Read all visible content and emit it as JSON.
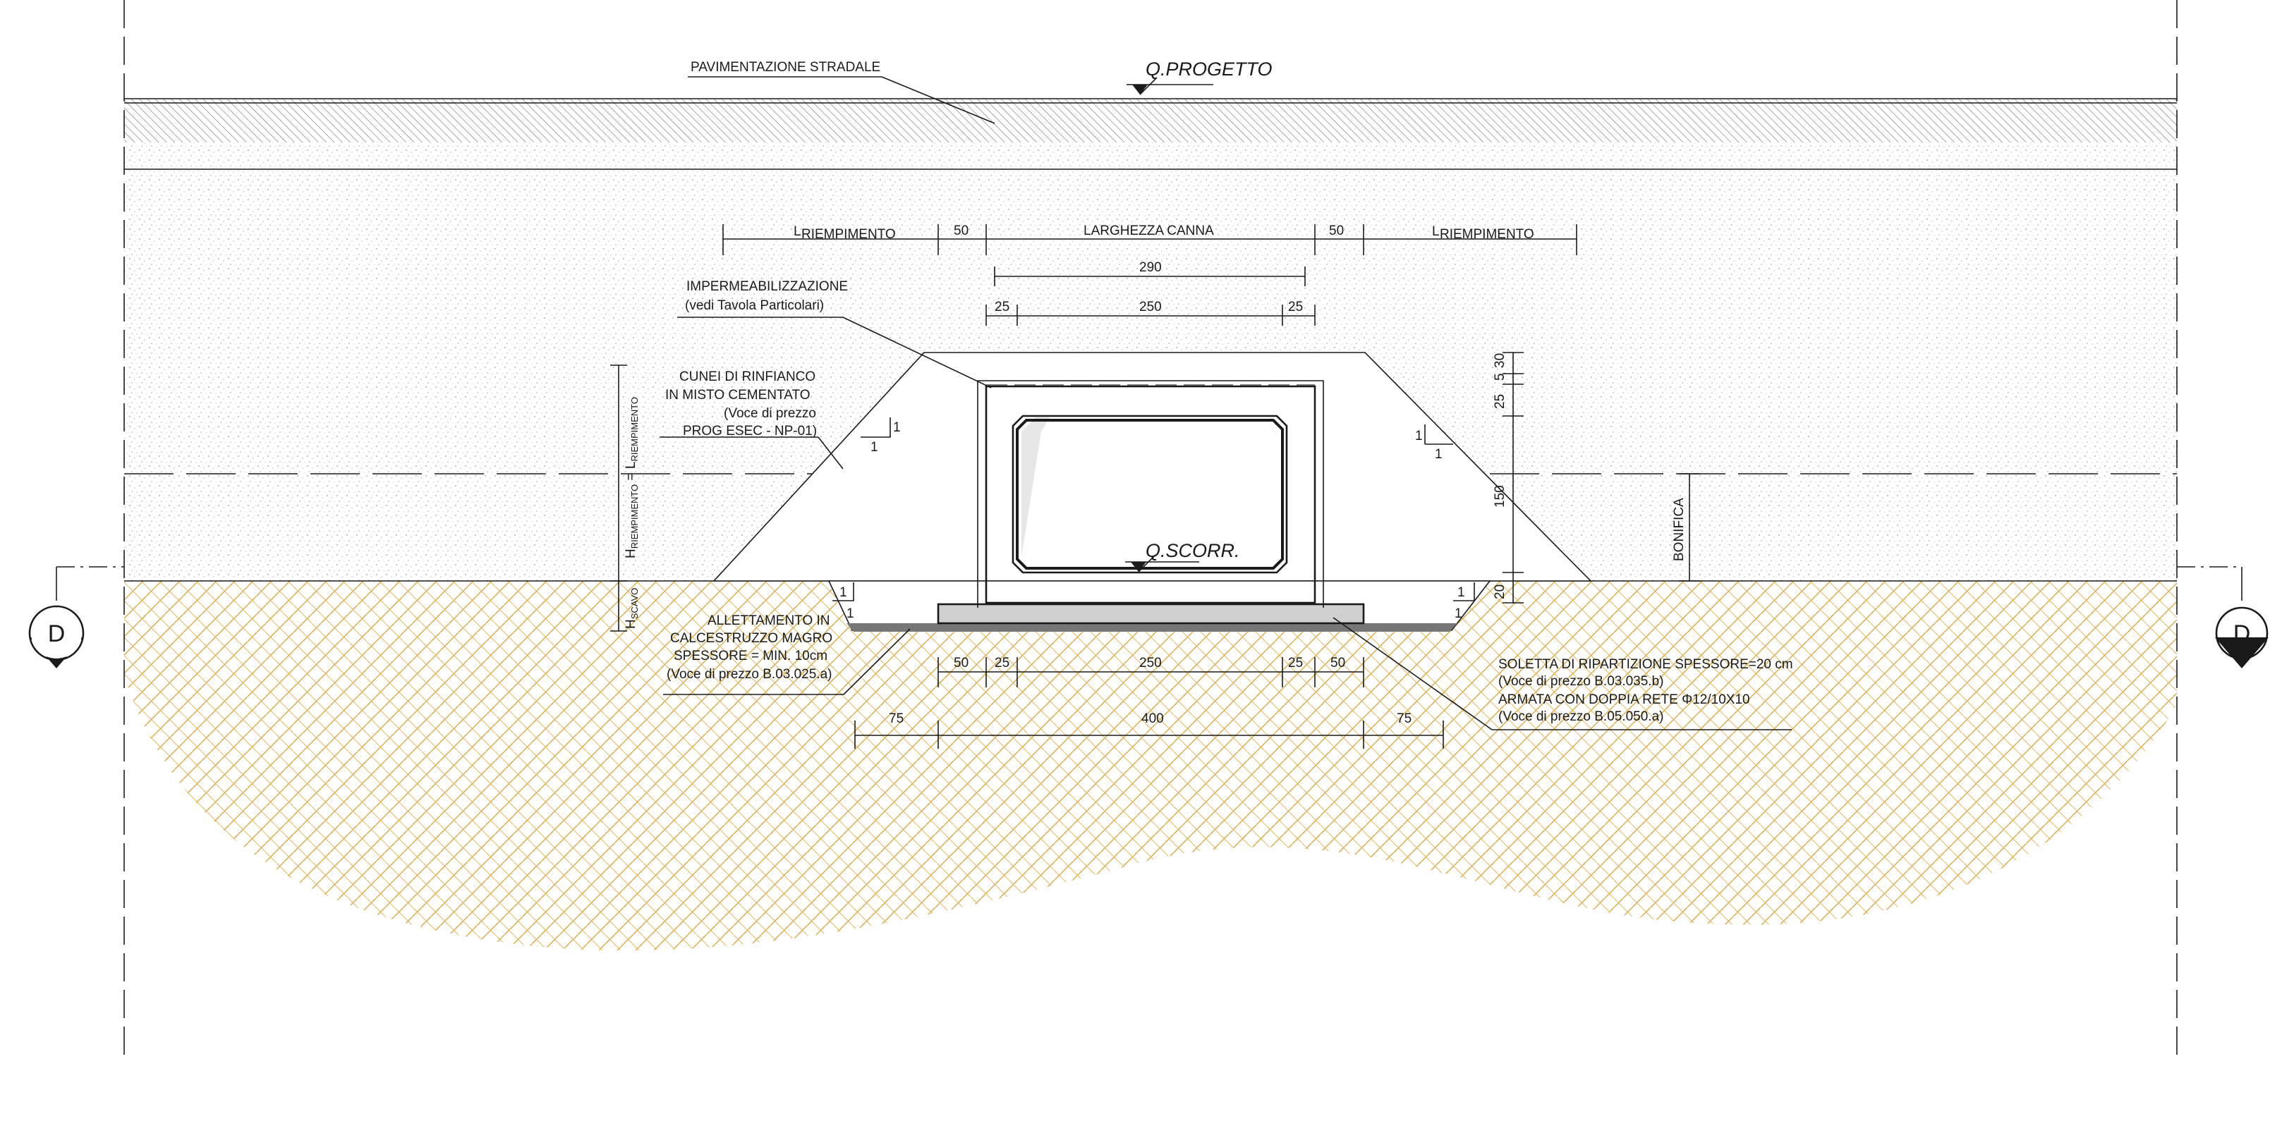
{
  "labels": {
    "pavimentazione": "PAVIMENTAZIONE STRADALE",
    "q_progetto": "Q.PROGETTO",
    "q_scorr": "Q.SCORR.",
    "impermeabilizzazione_1": "IMPERMEABILIZZAZIONE",
    "impermeabilizzazione_2": "(vedi Tavola Particolari)",
    "cunei_1": "CUNEI DI RINFIANCO",
    "cunei_2": "IN MISTO  CEMENTATO",
    "cunei_3": "(Voce di prezzo",
    "cunei_4": "PROG ESEC - NP-01)",
    "allettamento_1": "ALLETTAMENTO IN",
    "allettamento_2": "CALCESTRUZZO MAGRO",
    "allettamento_3": "SPESSORE = MIN. 10cm",
    "allettamento_4": "(Voce di prezzo B.03.025.a)",
    "soletta_1": "SOLETTA DI RIPARTIZIONE SPESSORE=20 cm",
    "soletta_2": "(Voce di prezzo B.03.035.b)",
    "soletta_3": "ARMATA CON DOPPIA RETE Φ12/10X10",
    "soletta_4": "(Voce di prezzo B.05.050.a)",
    "bonifica": "BONIFICA",
    "section_left": "D",
    "section_right": "D",
    "slope_1": "1",
    "h_riempimento": "H",
    "h_riempimento_sub": "RIEMPIMENTO",
    "h_eq": " = L",
    "h_eq_sub": "RIEMPIMENTO",
    "h_scavo": "H",
    "h_scavo_sub": "SCAVO"
  },
  "dimensions": {
    "l_riempimento": "L",
    "l_riempimento_sub": "RIEMPIMENTO",
    "d50": "50",
    "larghezza_canna": "LARGHEZZA CANNA",
    "d290": "290",
    "d25": "25",
    "d250": "250",
    "d400": "400",
    "d75": "75",
    "d30": "30",
    "d5": "5",
    "d25v": "25",
    "d150": "150",
    "d20": "20"
  },
  "colors": {
    "line": "#1a1a1a",
    "fill_soil_pattern": "#d9a63f",
    "road_hatch": "#555555",
    "fill_stipple": "#9a9a9a"
  }
}
